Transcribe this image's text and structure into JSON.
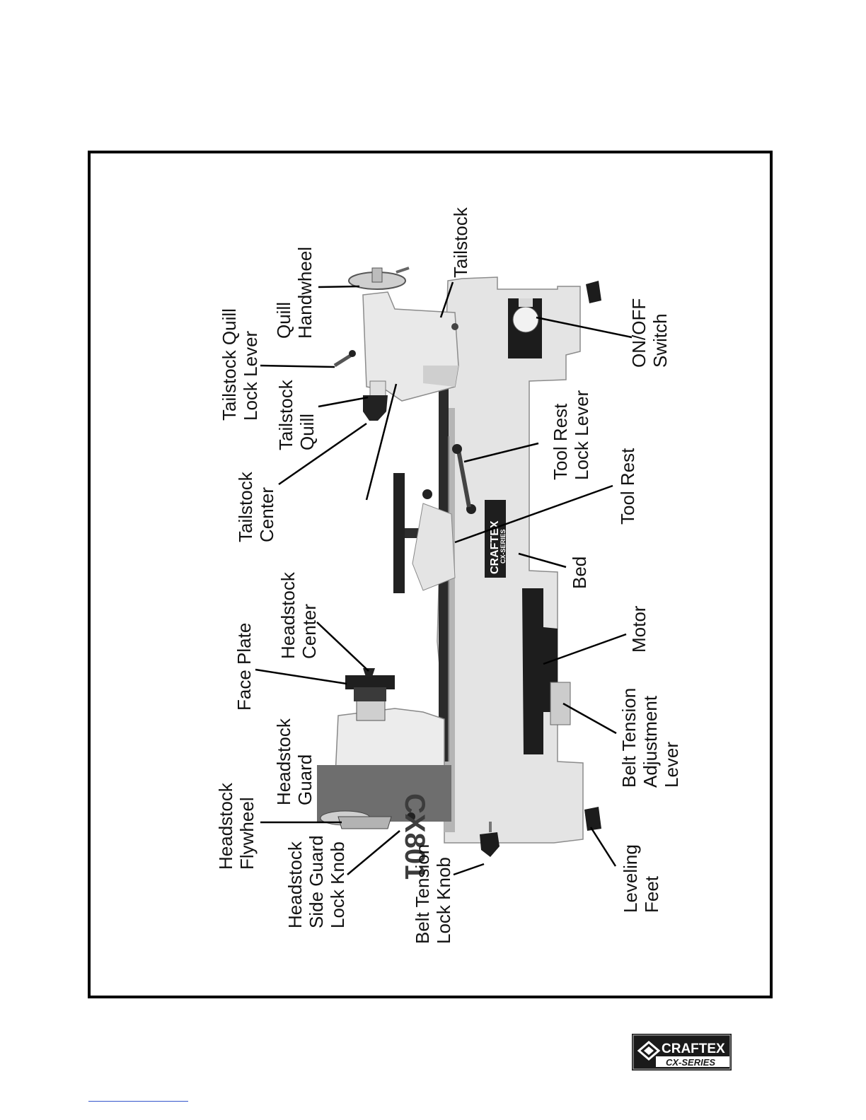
{
  "diagram": {
    "machine_model_mark": "CX801",
    "body_logo": {
      "brand": "CRAFTEX",
      "series": "CX-SERIES"
    },
    "labels": {
      "quill_handwheel": [
        "Quill",
        "Handwheel"
      ],
      "tailstock": [
        "Tailstock"
      ],
      "tailstock_quill_lock_lever": [
        "Tailstock Quill",
        "Lock Lever"
      ],
      "tailstock_quill": [
        "Tailstock",
        "Quill"
      ],
      "tailstock_center": [
        "Tailstock",
        "Center"
      ],
      "on_off_switch": [
        "ON/OFF",
        "Switch"
      ],
      "tool_rest_lock_lever": [
        "Tool Rest",
        "Lock Lever"
      ],
      "tool_rest": [
        "Tool Rest"
      ],
      "bed": [
        "Bed"
      ],
      "headstock_center": [
        "Headstock",
        "Center"
      ],
      "face_plate": [
        "Face Plate"
      ],
      "motor": [
        "Motor"
      ],
      "belt_tension_adjustment_lever": [
        "Belt Tension",
        "Adjustment",
        "Lever"
      ],
      "headstock_guard": [
        "Headstock",
        "Guard"
      ],
      "headstock_flywheel": [
        "Headstock",
        "Flywheel"
      ],
      "headstock_side_guard_lock_knob": [
        "Headstock",
        "Side Guard",
        "Lock Knob"
      ],
      "belt_tension_lock_knob": [
        "Belt Tension",
        "Lock Knob"
      ],
      "leveling_feet": [
        "Leveling",
        "Feet"
      ]
    }
  },
  "footer": {
    "logo": {
      "brand": "CRAFTEX",
      "series": "CX-SERIES"
    }
  },
  "colors": {
    "machine_body": "#e4e4e4",
    "machine_shadow": "#a9a9a9",
    "dark_parts": "#1e1e1e",
    "guard": "#6e6e6e",
    "frame_border": "#000000",
    "footer_rule": "#3355cc"
  }
}
